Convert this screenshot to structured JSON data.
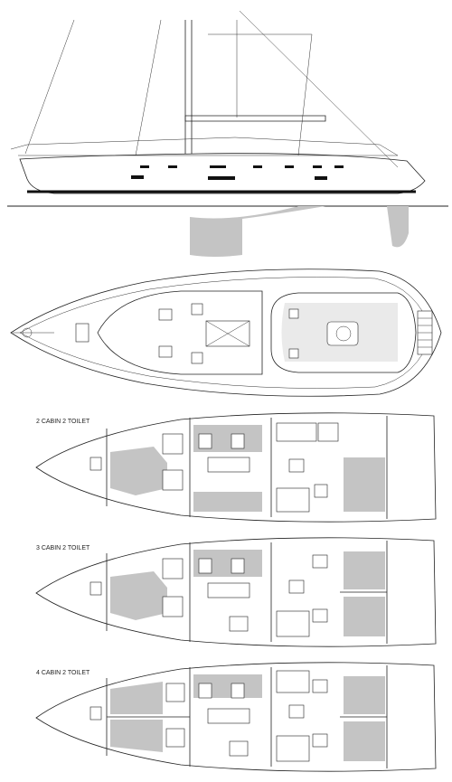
{
  "layouts": [
    {
      "label": "2 CABIN 2 TOILET"
    },
    {
      "label": "3 CABIN 2 TOILET"
    },
    {
      "label": "4 CABIN 2 TOILET"
    }
  ],
  "colors": {
    "line": "#222222",
    "shade": "#c4c4c4",
    "background": "#ffffff"
  }
}
